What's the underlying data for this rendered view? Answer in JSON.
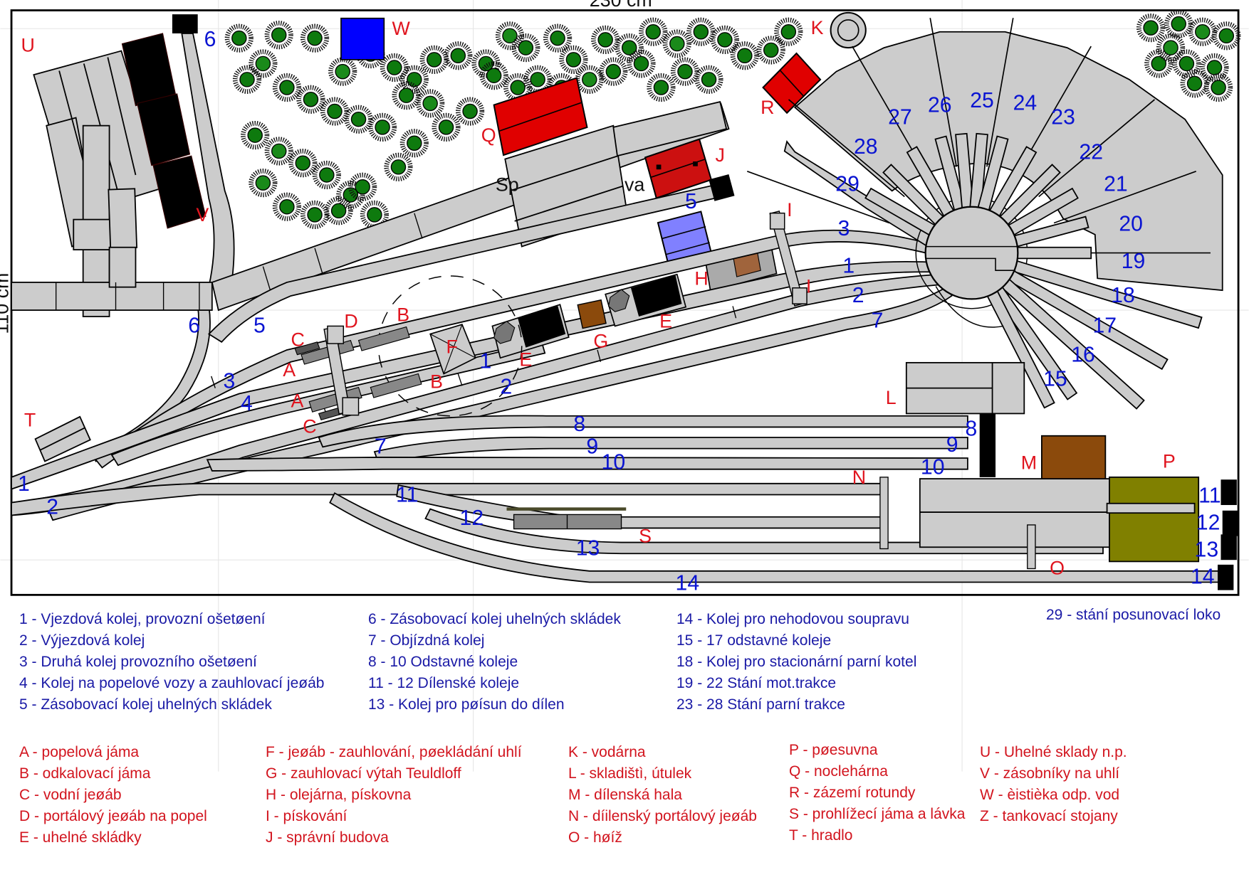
{
  "title": "Plán lokomotivního depa",
  "dimensions": {
    "width_label": "230 cm",
    "height_label": "110 cm"
  },
  "colors": {
    "track": "#cccccc",
    "track_number": "#0a14d2",
    "building_letter": "#e0141e",
    "red_building": "#e00000",
    "blue_tank": "#0000ff",
    "lavender_building": "#8080ff",
    "brown_building": "#8b4a0c",
    "olive_transfer_table": "#808000",
    "tree": "#0e7a0e"
  },
  "plan": {
    "center_text_left": "Sp",
    "center_text_right": "va",
    "track_numbers": [
      {
        "id": "1",
        "label": "1"
      },
      {
        "id": "1b",
        "label": "1"
      },
      {
        "id": "1c",
        "label": "1"
      },
      {
        "id": "2",
        "label": "2"
      },
      {
        "id": "2b",
        "label": "2"
      },
      {
        "id": "2c",
        "label": "2"
      },
      {
        "id": "3",
        "label": "3"
      },
      {
        "id": "3b",
        "label": "3"
      },
      {
        "id": "4",
        "label": "4"
      },
      {
        "id": "5",
        "label": "5"
      },
      {
        "id": "5b",
        "label": "5"
      },
      {
        "id": "6",
        "label": "6"
      },
      {
        "id": "6b",
        "label": "6"
      },
      {
        "id": "7",
        "label": "7"
      },
      {
        "id": "7b",
        "label": "7"
      },
      {
        "id": "8",
        "label": "8"
      },
      {
        "id": "8b",
        "label": "8"
      },
      {
        "id": "9",
        "label": "9"
      },
      {
        "id": "9b",
        "label": "9"
      },
      {
        "id": "10",
        "label": "10"
      },
      {
        "id": "10b",
        "label": "10"
      },
      {
        "id": "11",
        "label": "11"
      },
      {
        "id": "11b",
        "label": "11"
      },
      {
        "id": "12",
        "label": "12"
      },
      {
        "id": "12b",
        "label": "12"
      },
      {
        "id": "13",
        "label": "13"
      },
      {
        "id": "13b",
        "label": "13"
      },
      {
        "id": "14",
        "label": "14"
      },
      {
        "id": "14b",
        "label": "14"
      },
      {
        "id": "15",
        "label": "15"
      },
      {
        "id": "16",
        "label": "16"
      },
      {
        "id": "17",
        "label": "17"
      },
      {
        "id": "18",
        "label": "18"
      },
      {
        "id": "19",
        "label": "19"
      },
      {
        "id": "20",
        "label": "20"
      },
      {
        "id": "21",
        "label": "21"
      },
      {
        "id": "22",
        "label": "22"
      },
      {
        "id": "23",
        "label": "23"
      },
      {
        "id": "24",
        "label": "24"
      },
      {
        "id": "25",
        "label": "25"
      },
      {
        "id": "26",
        "label": "26"
      },
      {
        "id": "27",
        "label": "27"
      },
      {
        "id": "28",
        "label": "28"
      },
      {
        "id": "29",
        "label": "29"
      }
    ],
    "object_letters": [
      {
        "id": "A1",
        "label": "A"
      },
      {
        "id": "A2",
        "label": "A"
      },
      {
        "id": "B1",
        "label": "B"
      },
      {
        "id": "B2",
        "label": "B"
      },
      {
        "id": "C1",
        "label": "C"
      },
      {
        "id": "C2",
        "label": "C"
      },
      {
        "id": "D",
        "label": "D"
      },
      {
        "id": "E1",
        "label": "E"
      },
      {
        "id": "E2",
        "label": "E"
      },
      {
        "id": "F",
        "label": "F"
      },
      {
        "id": "G",
        "label": "G"
      },
      {
        "id": "H",
        "label": "H"
      },
      {
        "id": "I1",
        "label": "I"
      },
      {
        "id": "I2",
        "label": "I"
      },
      {
        "id": "J",
        "label": "J"
      },
      {
        "id": "K",
        "label": "K"
      },
      {
        "id": "L",
        "label": "L"
      },
      {
        "id": "M",
        "label": "M"
      },
      {
        "id": "N",
        "label": "N"
      },
      {
        "id": "O",
        "label": "O"
      },
      {
        "id": "P",
        "label": "P"
      },
      {
        "id": "Q",
        "label": "Q"
      },
      {
        "id": "R",
        "label": "R"
      },
      {
        "id": "S",
        "label": "S"
      },
      {
        "id": "T",
        "label": "T"
      },
      {
        "id": "U",
        "label": "U"
      },
      {
        "id": "V",
        "label": "V"
      },
      {
        "id": "W",
        "label": "W"
      }
    ]
  },
  "legend_tracks": {
    "column1": [
      "1 - Vjezdová kolej, provozní ošetøení",
      "2 - Výjezdová kolej",
      "3 - Druhá kolej provozního ošetøení",
      "4 - Kolej na popelové vozy a zauhlovací jeøáb",
      "5 - Zásobovací kolej uhelných skládek"
    ],
    "column2": [
      "6 - Zásobovací kolej uhelných skládek",
      "7 - Objízdná kolej",
      "8 - 10 Odstavné koleje",
      "11 - 12 Dílenské koleje",
      "13 - Kolej pro pøísun do dílen"
    ],
    "column3": [
      "14 - Kolej pro nehodovou soupravu",
      "15 - 17 odstavné koleje",
      "18 - Kolej pro stacionární parní kotel",
      "19 - 22 Stání mot.trakce",
      "23 - 28 Stání parní trakce"
    ],
    "column4": [
      "29 - stání posunovací loko"
    ]
  },
  "legend_objects": {
    "column1": [
      "A - popelová jáma",
      "B - odkalovací jáma",
      "C - vodní jeøáb",
      "D - portálový jeøáb na popel",
      "E - uhelné skládky"
    ],
    "column2": [
      "F - jeøáb - zauhlování, pøekládání uhlí",
      "G - zauhlovací výtah Teuldloff",
      "H - olejárna, pískovna",
      "I - pískování",
      "J - správní budova"
    ],
    "column3": [
      "K - vodárna",
      "L - skladištì, útulek",
      "M - dílenská hala",
      "N - díilenský portálový jeøáb",
      "O - høíž"
    ],
    "column4": [
      "P - pøesuvna",
      "Q - noclehárna",
      "R - zázemí rotundy",
      "S - prohlížecí jáma a lávka",
      "T - hradlo"
    ],
    "column5": [
      "U - Uhelné sklady n.p.",
      "V - zásobníky na uhlí",
      "W - èistièka odp. vod",
      "Z - tankovací stojany"
    ]
  }
}
